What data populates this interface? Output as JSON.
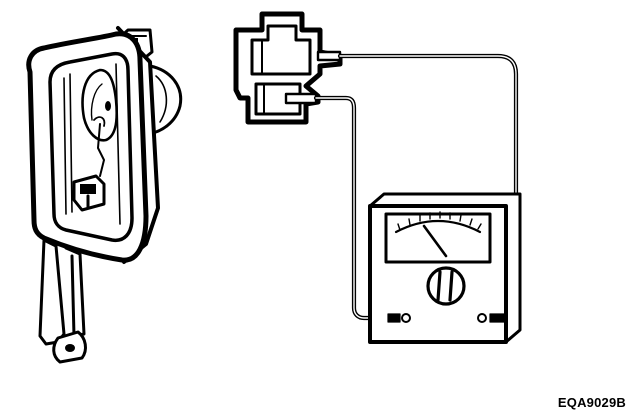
{
  "figure": {
    "reference_code": "EQA9029B",
    "colors": {
      "ink": "#000000",
      "paper": "#ffffff"
    },
    "parts": [
      "lamp-housing",
      "bulb",
      "mounting-bracket",
      "bulb-socket",
      "test-leads",
      "multimeter"
    ]
  }
}
